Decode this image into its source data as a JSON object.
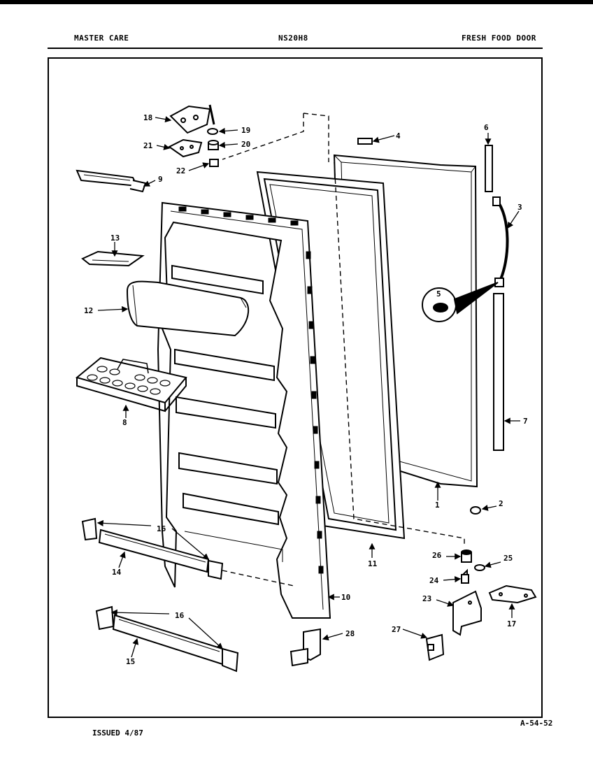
{
  "header": {
    "left": "MASTER CARE",
    "center": "NS20H8",
    "right": "FRESH FOOD DOOR"
  },
  "footer": {
    "issued": "ISSUED 4/87",
    "code": "A-54-52"
  },
  "callouts": {
    "c1": "1",
    "c2": "2",
    "c3": "3",
    "c4": "4",
    "c5": "5",
    "c6": "6",
    "c7": "7",
    "c8": "8",
    "c9": "9",
    "c10": "10",
    "c11": "11",
    "c12": "12",
    "c13": "13",
    "c14": "14",
    "c15": "15",
    "c16a": "16",
    "c16b": "16",
    "c17": "17",
    "c18": "18",
    "c19": "19",
    "c20": "20",
    "c21": "21",
    "c22": "22",
    "c23": "23",
    "c24": "24",
    "c25": "25",
    "c26": "26",
    "c27": "27",
    "c28": "28"
  }
}
